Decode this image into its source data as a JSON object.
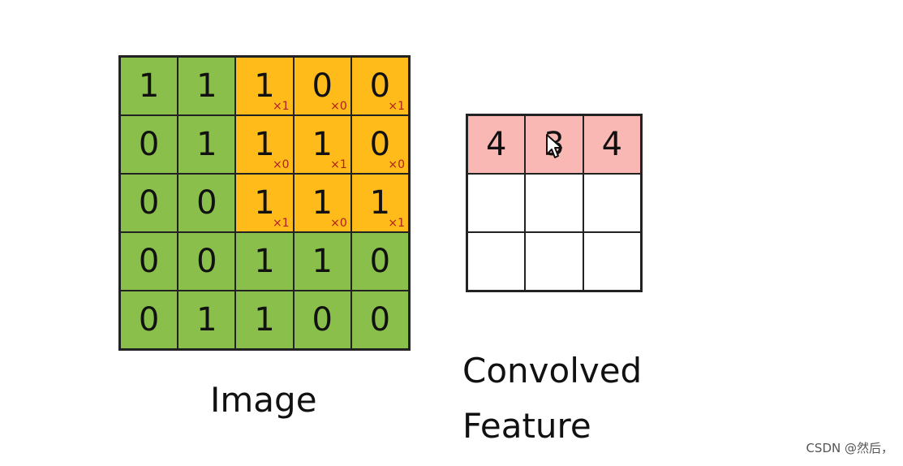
{
  "colors": {
    "image_cell": "#8ABF4B",
    "kernel_cell": "#FFBB1A",
    "feature_filled": "#F9B8B4",
    "feature_empty": "#FFFFFF",
    "kernel_weight": "#B01E1E",
    "cell_border": "#222222"
  },
  "image": {
    "caption": "Image",
    "rows": [
      [
        "1",
        "1",
        "1",
        "0",
        "0"
      ],
      [
        "0",
        "1",
        "1",
        "1",
        "0"
      ],
      [
        "0",
        "0",
        "1",
        "1",
        "1"
      ],
      [
        "0",
        "0",
        "1",
        "1",
        "0"
      ],
      [
        "0",
        "1",
        "1",
        "0",
        "0"
      ]
    ],
    "kernel_window": {
      "rows": [
        0,
        1,
        2
      ],
      "cols": [
        2,
        3,
        4
      ],
      "weights": [
        [
          "×1",
          "×0",
          "×1"
        ],
        [
          "×0",
          "×1",
          "×0"
        ],
        [
          "×1",
          "×0",
          "×1"
        ]
      ]
    }
  },
  "feature": {
    "caption_line1": "Convolved",
    "caption_line2": "Feature",
    "rows": [
      [
        "4",
        "3",
        "4"
      ],
      [
        "",
        "",
        ""
      ],
      [
        "",
        "",
        ""
      ]
    ],
    "filled_rows": [
      0
    ]
  },
  "cursor": {
    "icon": "mouse-pointer-icon"
  },
  "watermark": "CSDN @然后，"
}
